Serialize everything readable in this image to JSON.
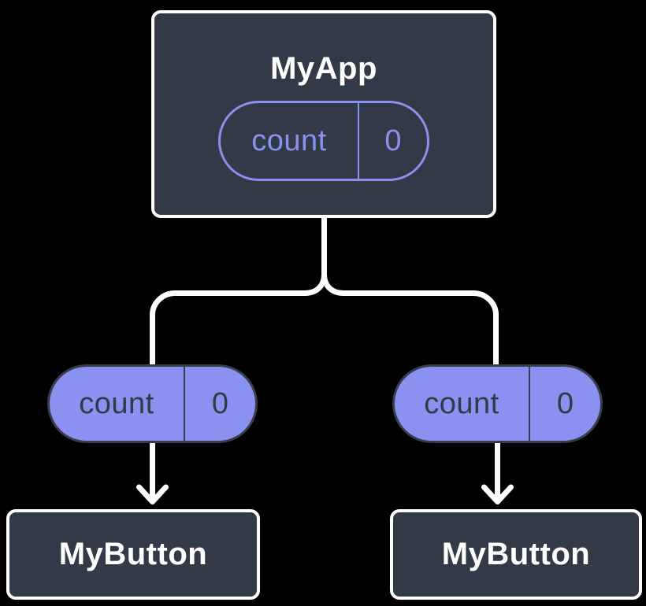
{
  "diagram": {
    "background": "#000000",
    "colors": {
      "node_fill": "#333a47",
      "node_border": "#ffffff",
      "pill_fill": "#8a91f0",
      "pill_dark_outline": "#363d4b",
      "pill_dark_text": "#333a47",
      "state_pill_accent": "#8a91f0",
      "connector": "#ffffff"
    },
    "root_node": {
      "title": "MyApp",
      "state_pill": {
        "label": "count",
        "value": "0"
      }
    },
    "child_nodes": [
      {
        "title": "MyButton",
        "prop_pill": {
          "label": "count",
          "value": "0"
        }
      },
      {
        "title": "MyButton",
        "prop_pill": {
          "label": "count",
          "value": "0"
        }
      }
    ]
  }
}
